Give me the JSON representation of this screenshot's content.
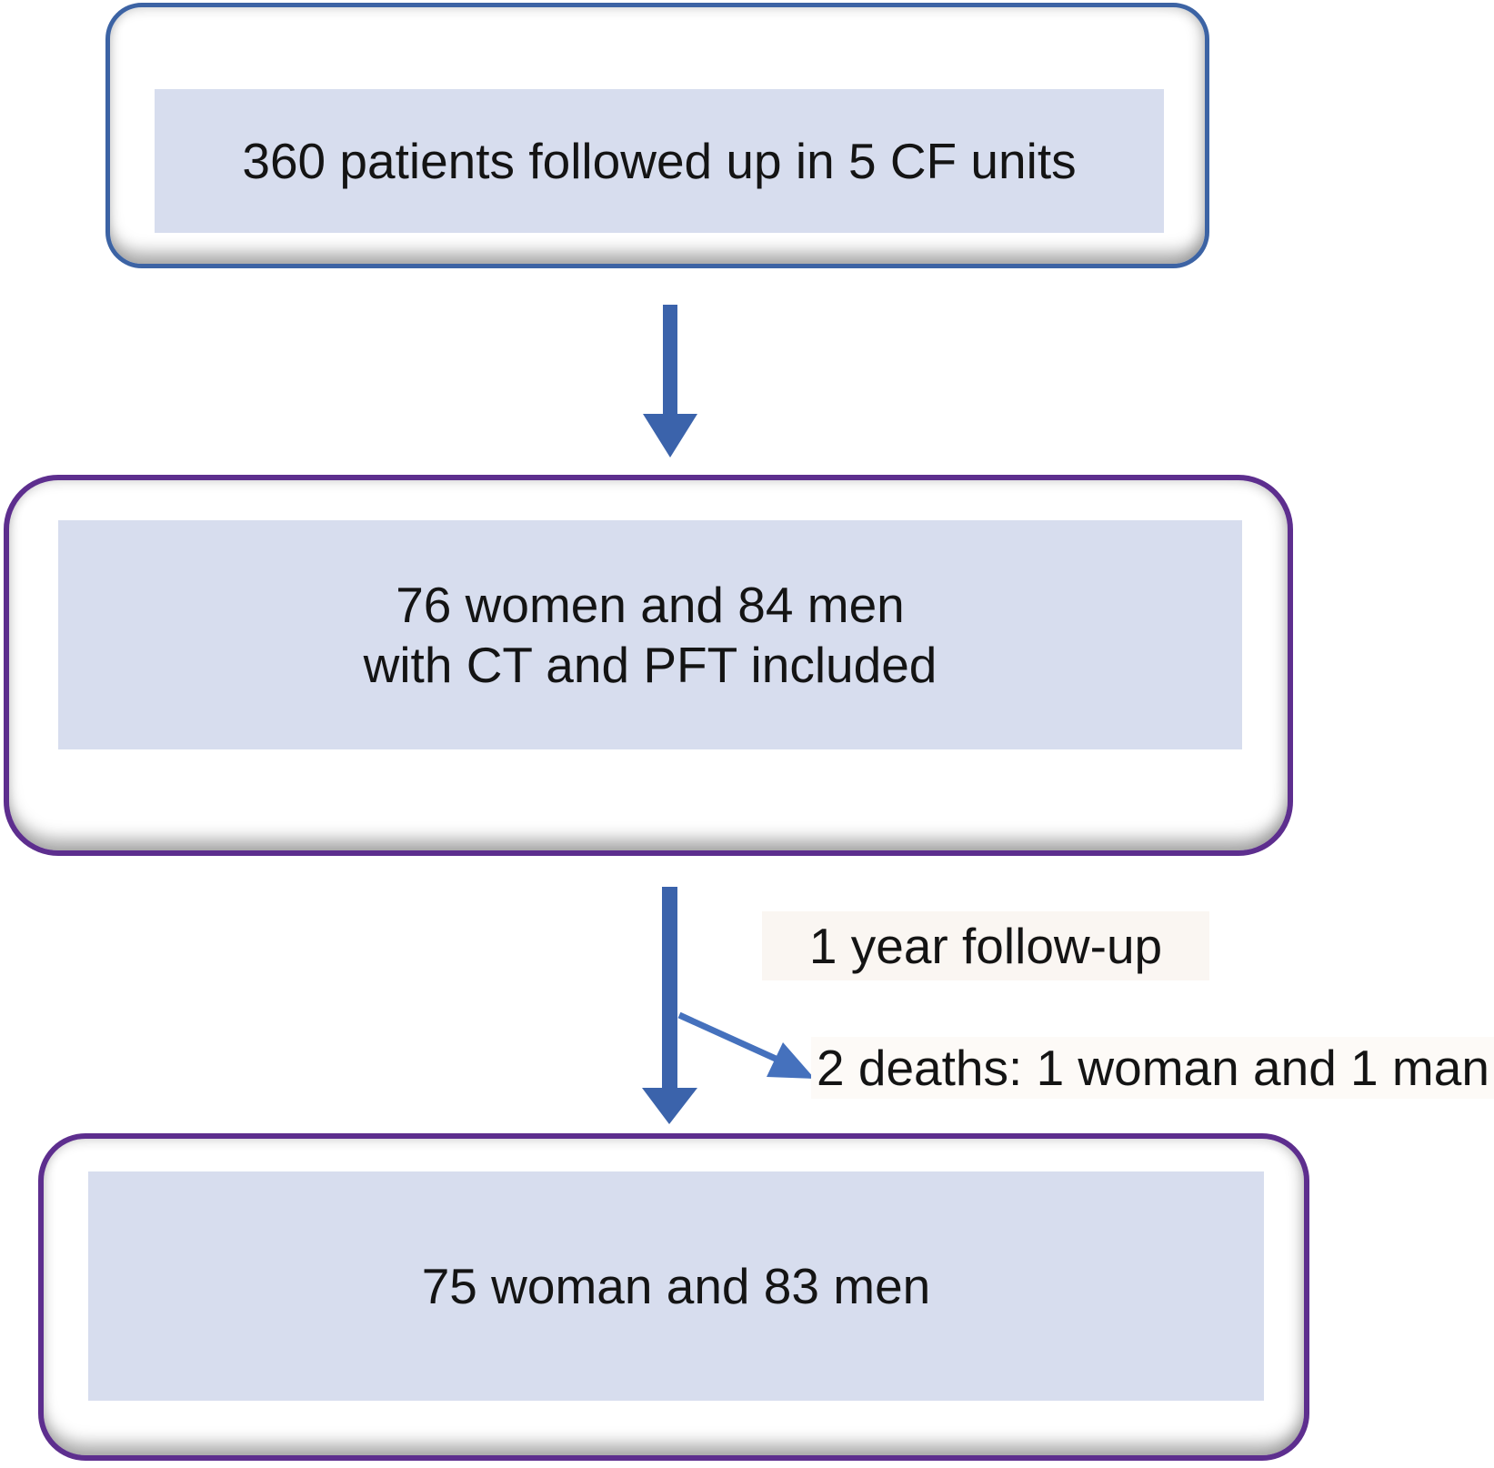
{
  "figure": {
    "type": "flowchart",
    "boxes": [
      {
        "id": "box-1",
        "text": "360 patients followed up in 5 CF units"
      },
      {
        "id": "box-2",
        "line1": "76 women and 84 men",
        "line2": "with CT and PFT included"
      },
      {
        "id": "box-3",
        "text": "75 woman and 83 men"
      }
    ],
    "labels": {
      "follow_up": "1 year follow-up",
      "deaths": "2 deaths: 1 woman and 1 man"
    },
    "colors": {
      "box1_border": "#3c63a4",
      "box23_border": "#5d2e8e",
      "inner_fill": "#d7ddee",
      "arrow_blue": "#3b63ab",
      "branch_blue": "#4571bd",
      "text": "#141414",
      "label_bg": "#faf6f2",
      "canvas_bg": "#ffffff"
    }
  }
}
